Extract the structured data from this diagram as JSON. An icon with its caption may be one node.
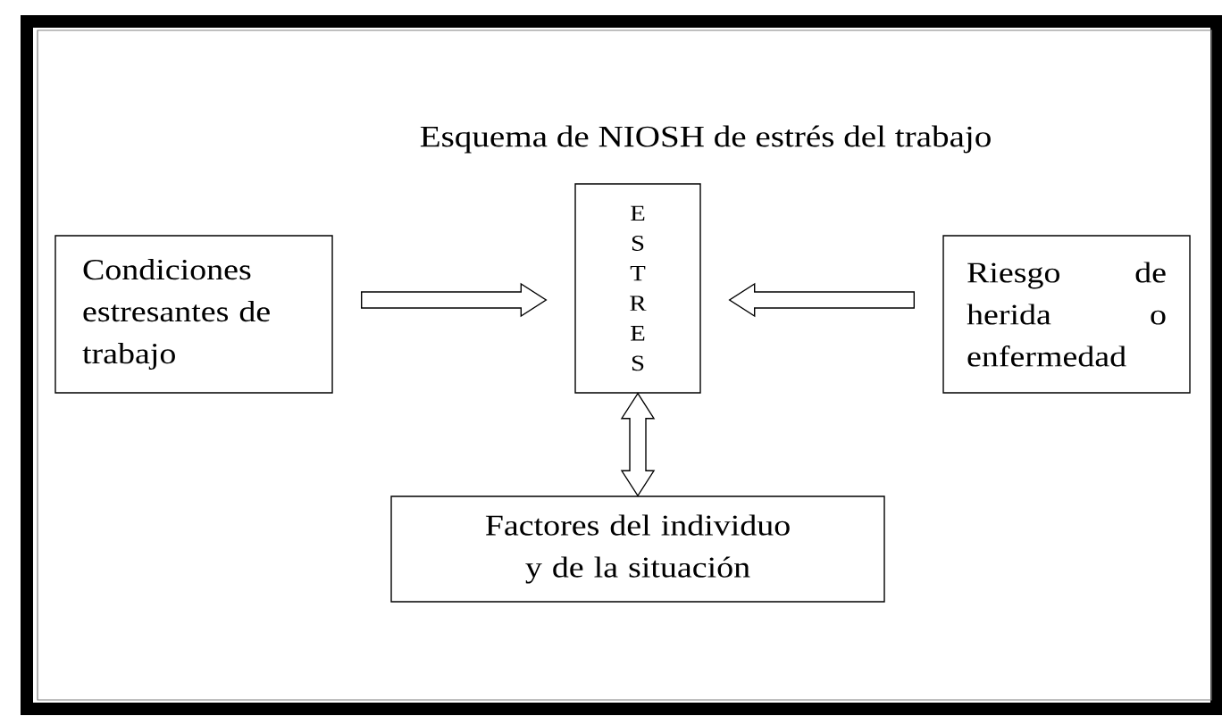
{
  "diagram": {
    "title": "Esquema de NIOSH de estrés del trabajo",
    "nodes": [
      {
        "text": [
          "Condiciones estresantes de trabajo"
        ]
      },
      {
        "text": [
          "ESTRES"
        ]
      },
      {
        "text": [
          "Riesgo de herida o enfermedad"
        ]
      },
      {
        "text": [
          "Factores del individuo y de la situación"
        ]
      }
    ],
    "edges": [
      {
        "from": 0,
        "to": 1,
        "arrow": "to"
      },
      {
        "from": 2,
        "to": 1,
        "arrow": "to"
      },
      {
        "from": 1,
        "to": 3,
        "arrow": "both"
      }
    ]
  }
}
